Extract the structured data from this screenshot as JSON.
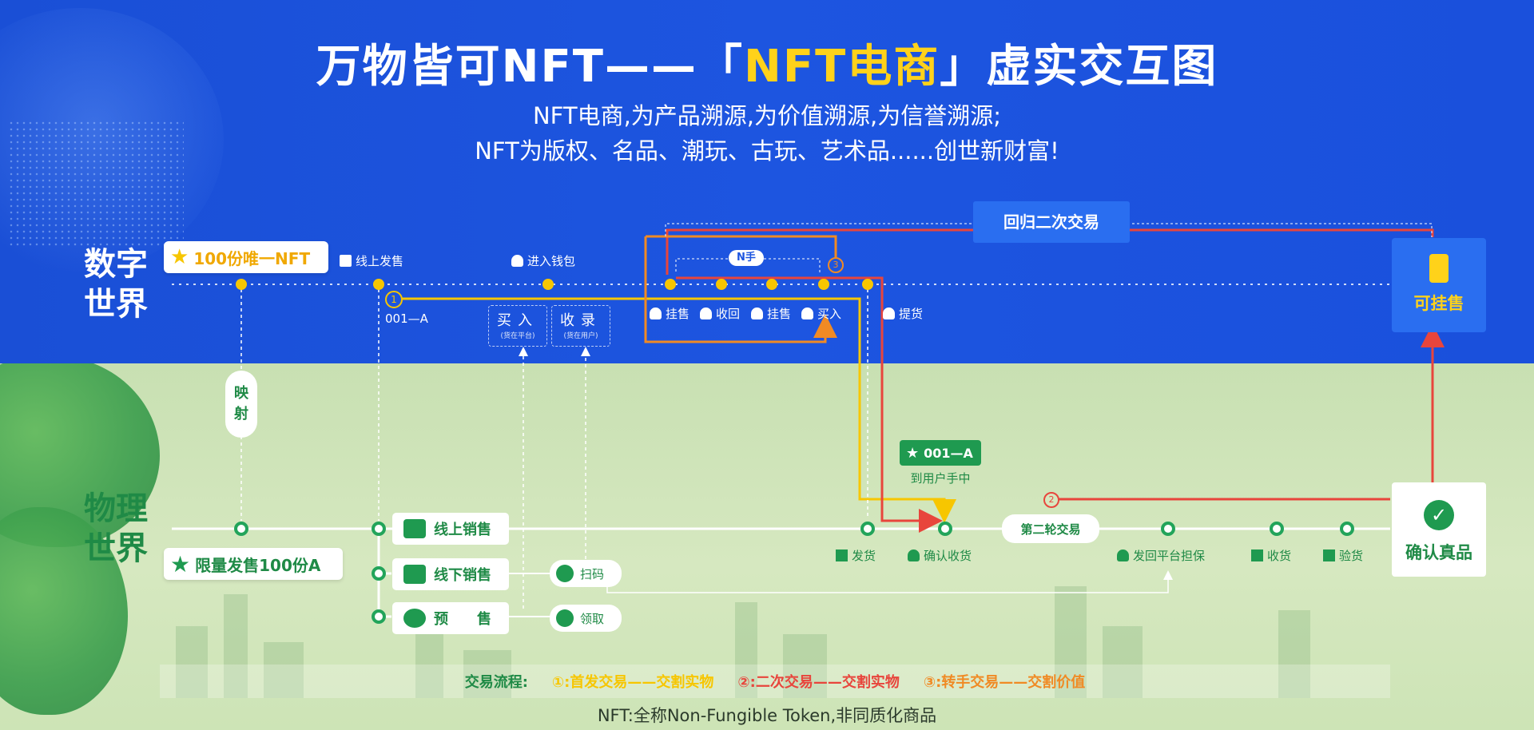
{
  "title": {
    "part1": "万物皆可NFT——「",
    "highlight": "NFT电商",
    "part2": "」虚实交互图"
  },
  "subtitle": {
    "line1": "NFT电商,为产品溯源,为价值溯源,为信誉溯源;",
    "line2": "NFT为版权、名品、潮玩、古玩、艺术品......创世新财富!"
  },
  "digital_world": {
    "label_line1": "数字",
    "label_line2": "世界"
  },
  "physical_world": {
    "label_line1": "物理",
    "label_line2": "世界"
  },
  "nft_badge": "100份唯一NFT",
  "mapping_label": {
    "line1": "映",
    "line2": "射"
  },
  "limited_badge": "限量发售100份A",
  "digital_nodes": {
    "online_sale": "线上发售",
    "wallet": "进入钱包",
    "list1": "挂售",
    "recall": "收回",
    "list2": "挂售",
    "buy": "买入",
    "pickup": "提货",
    "token_id": "001—A",
    "step1": "1",
    "step3": "3",
    "n_hand": "N手"
  },
  "buy_box": {
    "label": "买入",
    "note": "(货在平台)"
  },
  "collect_box": {
    "label": "收录",
    "note": "(货在用户)"
  },
  "return_trade": "回归二次交易",
  "listable": "可挂售",
  "user_token": {
    "id": "001—A",
    "caption": "到用户手中"
  },
  "physical_nodes": {
    "online_sales": "线上销售",
    "offline_sales": "线下销售",
    "presale": "预　　售",
    "scan": "扫码",
    "claim": "领取",
    "ship": "发货",
    "confirm_receipt": "确认收货",
    "second_round": "第二轮交易",
    "send_back": "发回平台担保",
    "receive": "收货",
    "inspect": "验货",
    "step2": "2"
  },
  "confirm_genuine": "确认真品",
  "legend": {
    "label": "交易流程:",
    "item1": "①:首发交易——交割实物",
    "item2": "②:二次交易——交割实物",
    "item3": "③:转手交易——交割价值"
  },
  "footer": "NFT:全称Non-Fungible Token,非同质化商品",
  "colors": {
    "blue": "#1d55e0",
    "green": "#1f8a46",
    "yellow": "#f7c600",
    "red": "#e8453c",
    "orange": "#f08a24"
  }
}
